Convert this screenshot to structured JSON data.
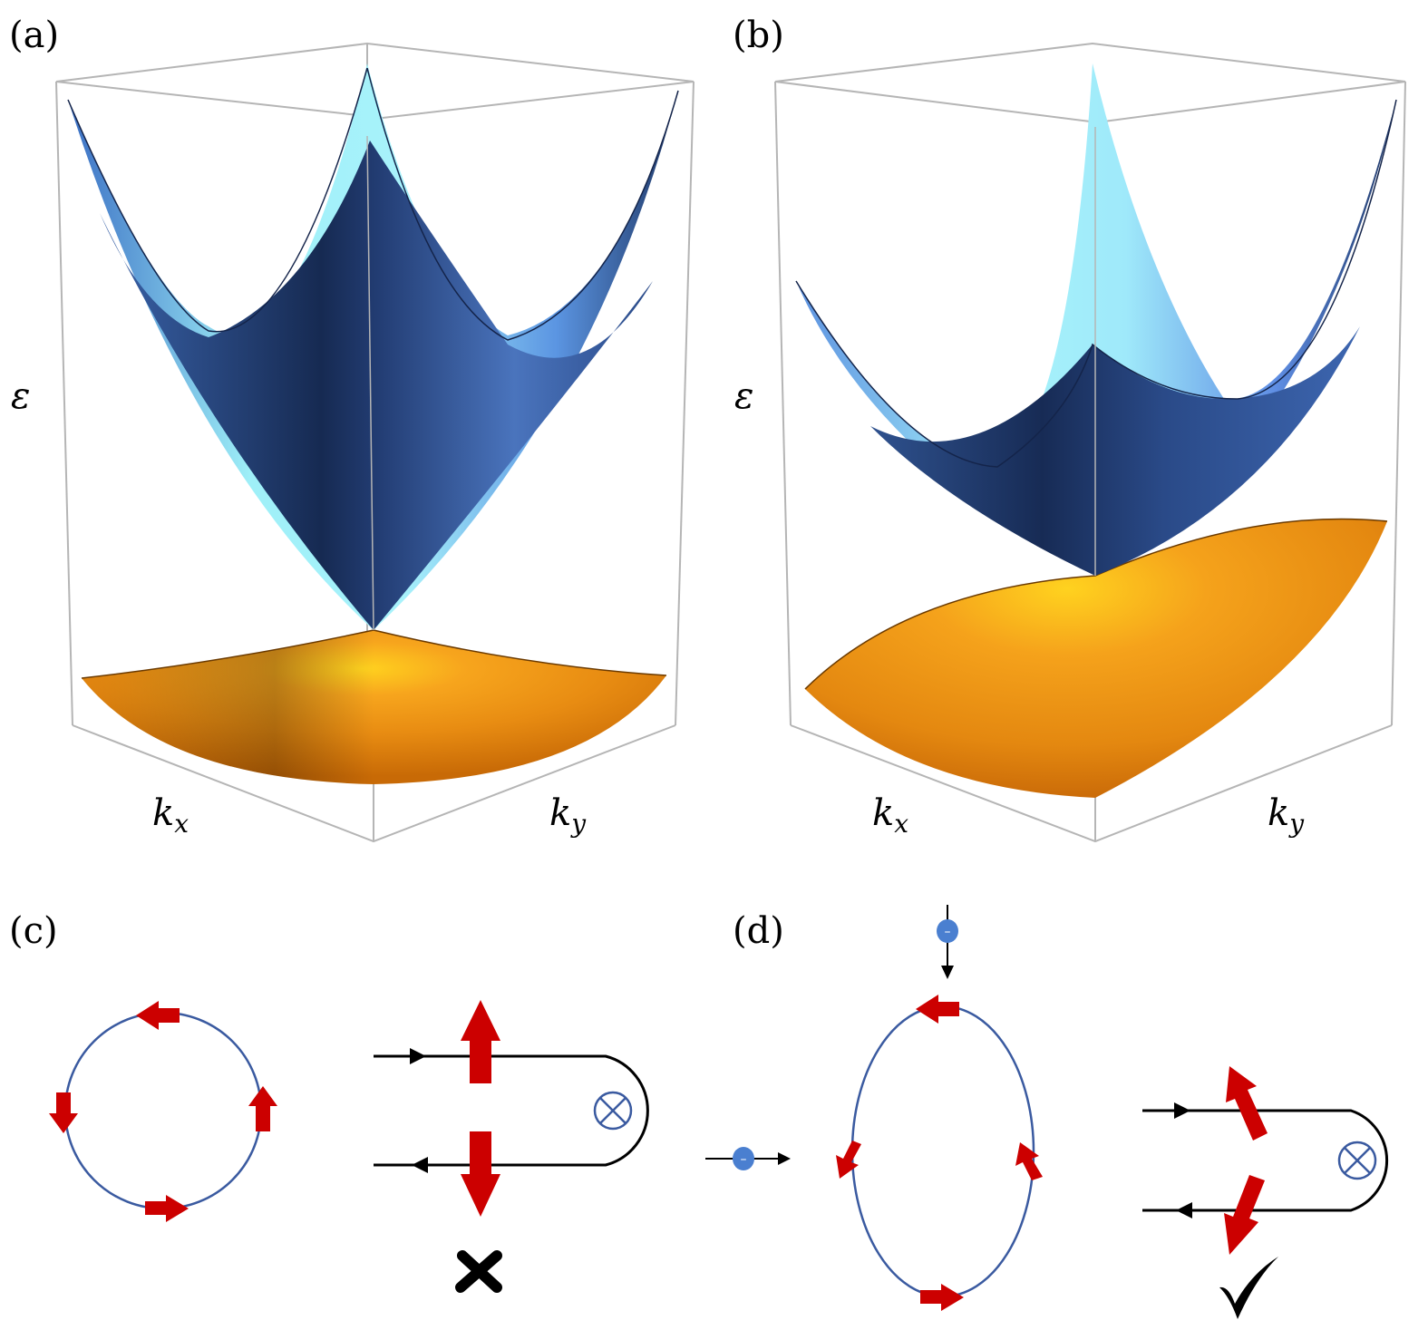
{
  "panels": {
    "a": {
      "label": "(a)",
      "energy_label": "ε",
      "kx_main": "k",
      "kx_sub": "x",
      "ky_main": "k",
      "ky_sub": "y"
    },
    "b": {
      "label": "(b)",
      "energy_label": "ε",
      "kx_main": "k",
      "kx_sub": "x",
      "ky_main": "k",
      "ky_sub": "y"
    },
    "c": {
      "label": "(c)",
      "verdict": "✗"
    },
    "d": {
      "label": "(d)",
      "verdict": "✓"
    }
  },
  "electron_symbol": "–",
  "field_symbol": "⊗",
  "colors": {
    "upper_band_light": "#9ff0f8",
    "upper_band_mid": "#4e86d6",
    "lower_band_dark": "#233a6b",
    "lower_band_mid": "#3f63a8",
    "orange_band": "#f0a020",
    "orange_band_highlight": "#ffd21f",
    "orange_band_dark": "#c86a06",
    "spin_arrow": "#cc0000",
    "fermi_contour": "#3a5aa0",
    "electron": "#4a7fd0",
    "trajectory": "#000000",
    "box": "#b5b5b5"
  }
}
